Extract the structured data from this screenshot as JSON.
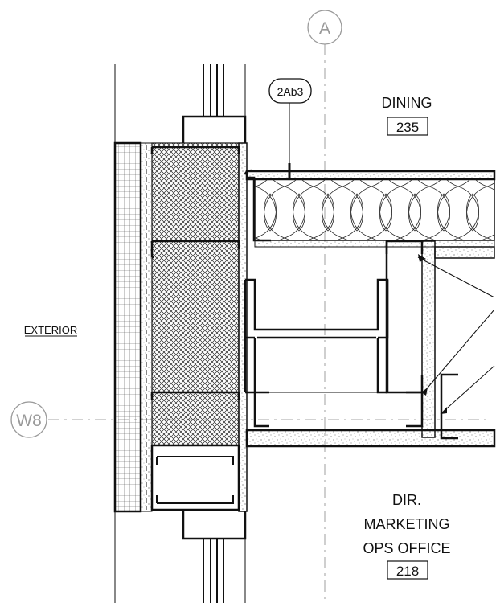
{
  "grid_bubbles": {
    "vertical": "A",
    "horizontal": "W8"
  },
  "tag": "2Ab3",
  "rooms": {
    "upper": {
      "name": "DINING",
      "number": "235"
    },
    "lower": {
      "name_lines": [
        "DIR.",
        "MARKETING",
        "OPS OFFICE"
      ],
      "number": "218"
    },
    "exterior": "EXTERIOR"
  },
  "colors": {
    "line": "#111111",
    "grid_line": "#888888",
    "bubble": "#9a9a9a"
  }
}
